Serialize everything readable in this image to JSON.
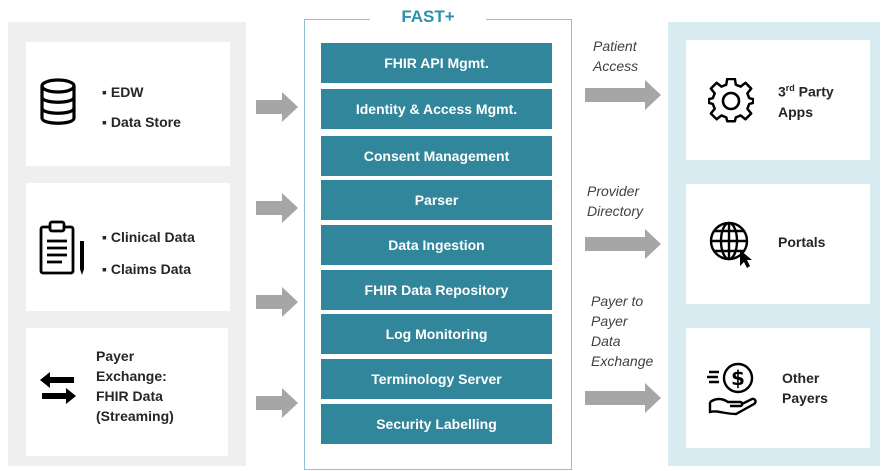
{
  "center": {
    "title": "FAST+",
    "items": [
      "FHIR API Mgmt.",
      "Identity & Access Mgmt.",
      "Consent Management",
      "Parser",
      "Data Ingestion",
      "FHIR Data Repository",
      "Log Monitoring",
      "Terminology Server",
      "Security Labelling"
    ]
  },
  "sources": [
    {
      "icon": "database-icon",
      "lines": [
        "▪ EDW",
        "▪ Data Store"
      ]
    },
    {
      "icon": "clipboard-icon",
      "lines": [
        "▪ Clinical Data",
        "▪ Claims Data"
      ]
    },
    {
      "icon": "exchange-arrows-icon",
      "lines": [
        "Payer",
        "Exchange:",
        "FHIR Data",
        "(Streaming)"
      ]
    }
  ],
  "flows": [
    {
      "lines": [
        "Patient",
        "Access"
      ]
    },
    {
      "lines": [
        "Provider",
        "Directory"
      ]
    },
    {
      "lines": [
        "Payer to",
        "Payer",
        "Data",
        "Exchange"
      ]
    }
  ],
  "targets": [
    {
      "icon": "gear-icon",
      "lines": [
        "3rd Party",
        "Apps"
      ],
      "superscript": "rd"
    },
    {
      "icon": "globe-icon",
      "lines": [
        "Portals"
      ]
    },
    {
      "icon": "money-hand-icon",
      "lines": [
        "Other",
        "Payers"
      ]
    }
  ],
  "colors": {
    "stack": "#31869b",
    "title": "#2e8fb0",
    "left_panel": "#efefef",
    "right_panel": "#d9ecf2",
    "arrow": "#a6a6a6"
  }
}
